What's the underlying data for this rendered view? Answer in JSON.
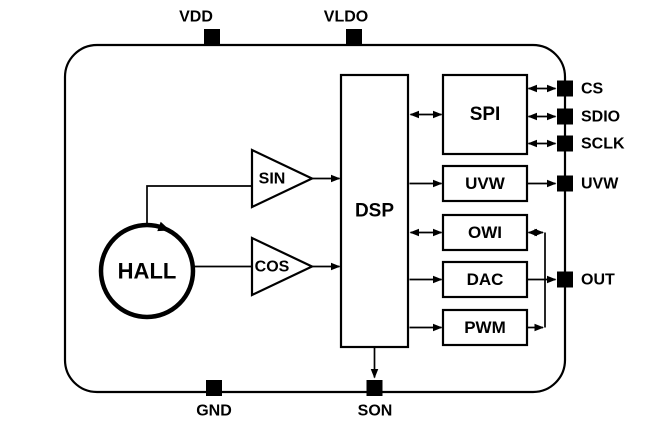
{
  "diagram": {
    "blocks": {
      "hall": {
        "label": "HALL"
      },
      "sin": {
        "label": "SIN"
      },
      "cos": {
        "label": "COS"
      },
      "dsp": {
        "label": "DSP"
      },
      "spi": {
        "label": "SPI"
      },
      "uvw": {
        "label": "UVW"
      },
      "owi": {
        "label": "OWI"
      },
      "dac": {
        "label": "DAC"
      },
      "pwm": {
        "label": "PWM"
      }
    },
    "pins": {
      "top": [
        {
          "label": "VDD"
        },
        {
          "label": "VLDO"
        }
      ],
      "bottom": [
        {
          "label": "GND"
        },
        {
          "label": "SON"
        }
      ],
      "right": [
        {
          "label": "CS"
        },
        {
          "label": "SDIO"
        },
        {
          "label": "SCLK"
        },
        {
          "label": "UVW"
        },
        {
          "label": "OUT"
        }
      ]
    },
    "colors": {
      "line": "#000000",
      "pin": "#000000",
      "background": "#ffffff"
    }
  }
}
